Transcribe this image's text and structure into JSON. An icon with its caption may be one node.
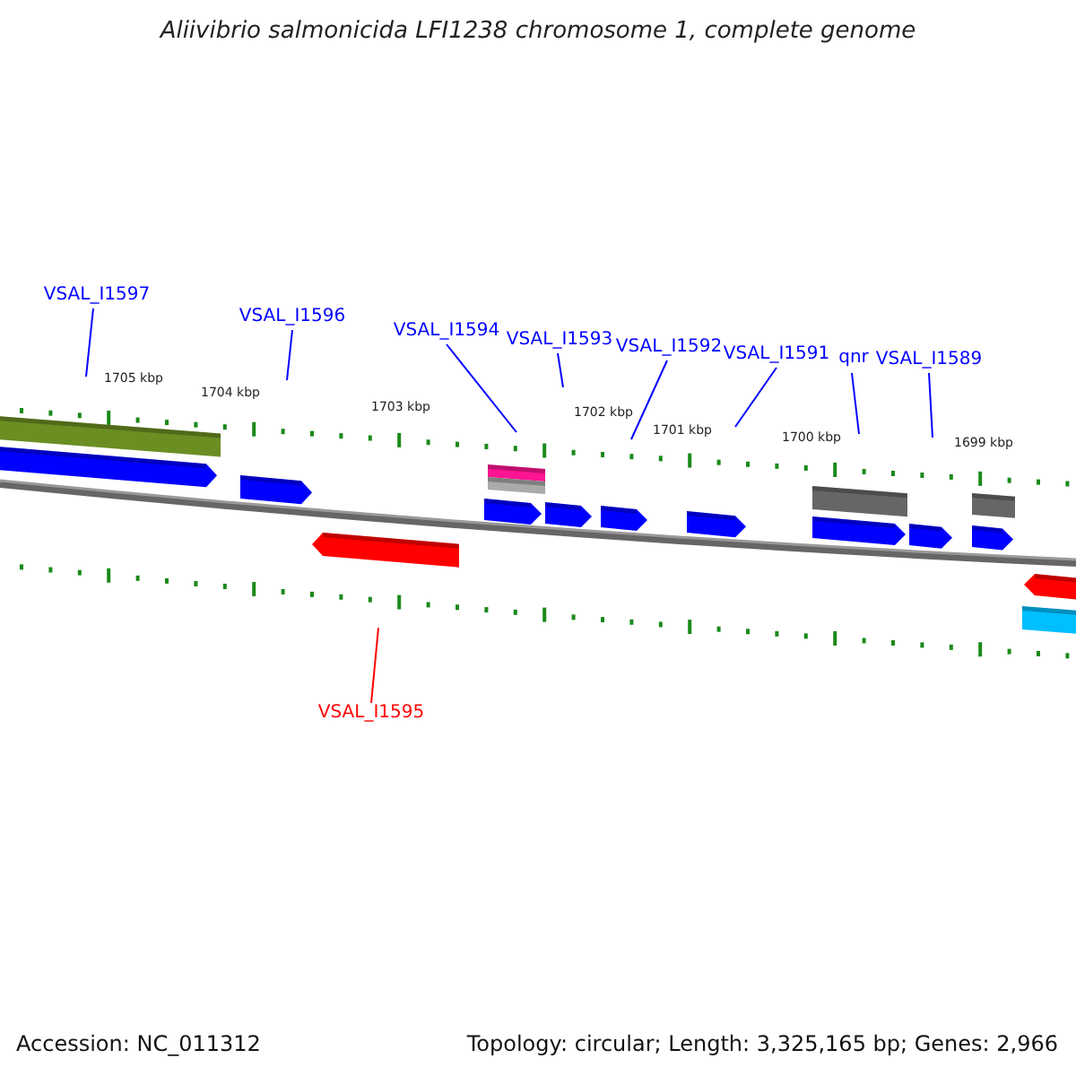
{
  "diagram": {
    "title": "Aliivibrio salmonicida LFI1238 chromosome 1, complete genome",
    "nodes": [
      {
        "text": [
          "VSAL_I1597"
        ]
      },
      {
        "text": [
          "VSAL_I1596"
        ]
      },
      {
        "text": [
          "VSAL_I1594"
        ]
      },
      {
        "text": [
          "VSAL_I1593"
        ]
      },
      {
        "text": [
          "VSAL_I1592"
        ]
      },
      {
        "text": [
          "VSAL_I1591"
        ]
      },
      {
        "text": [
          "qnr"
        ]
      },
      {
        "text": [
          "VSAL_I1589"
        ]
      },
      {
        "text": [
          "VSAL_I1595"
        ]
      }
    ],
    "edges": [
      {
        "from": 0,
        "to": null,
        "arrow": "none"
      },
      {
        "from": 1,
        "to": null,
        "arrow": "none"
      },
      {
        "from": 2,
        "to": null,
        "arrow": "none"
      },
      {
        "from": 3,
        "to": null,
        "arrow": "none"
      },
      {
        "from": 4,
        "to": null,
        "arrow": "none"
      },
      {
        "from": 5,
        "to": null,
        "arrow": "none"
      },
      {
        "from": 6,
        "to": null,
        "arrow": "none"
      },
      {
        "from": 7,
        "to": null,
        "arrow": "none"
      },
      {
        "from": 8,
        "to": null,
        "arrow": "none",
        "color": "#ff0000"
      }
    ],
    "labels": [
      "1705 kbp",
      "1704 kbp",
      "1703 kbp",
      "1702 kbp",
      "1701 kbp",
      "1700 kbp",
      "1699 kbp",
      "Accession: NC_011312",
      "Topology: circular; Length: 3,325,165 bp; Genes: 2,966"
    ]
  }
}
